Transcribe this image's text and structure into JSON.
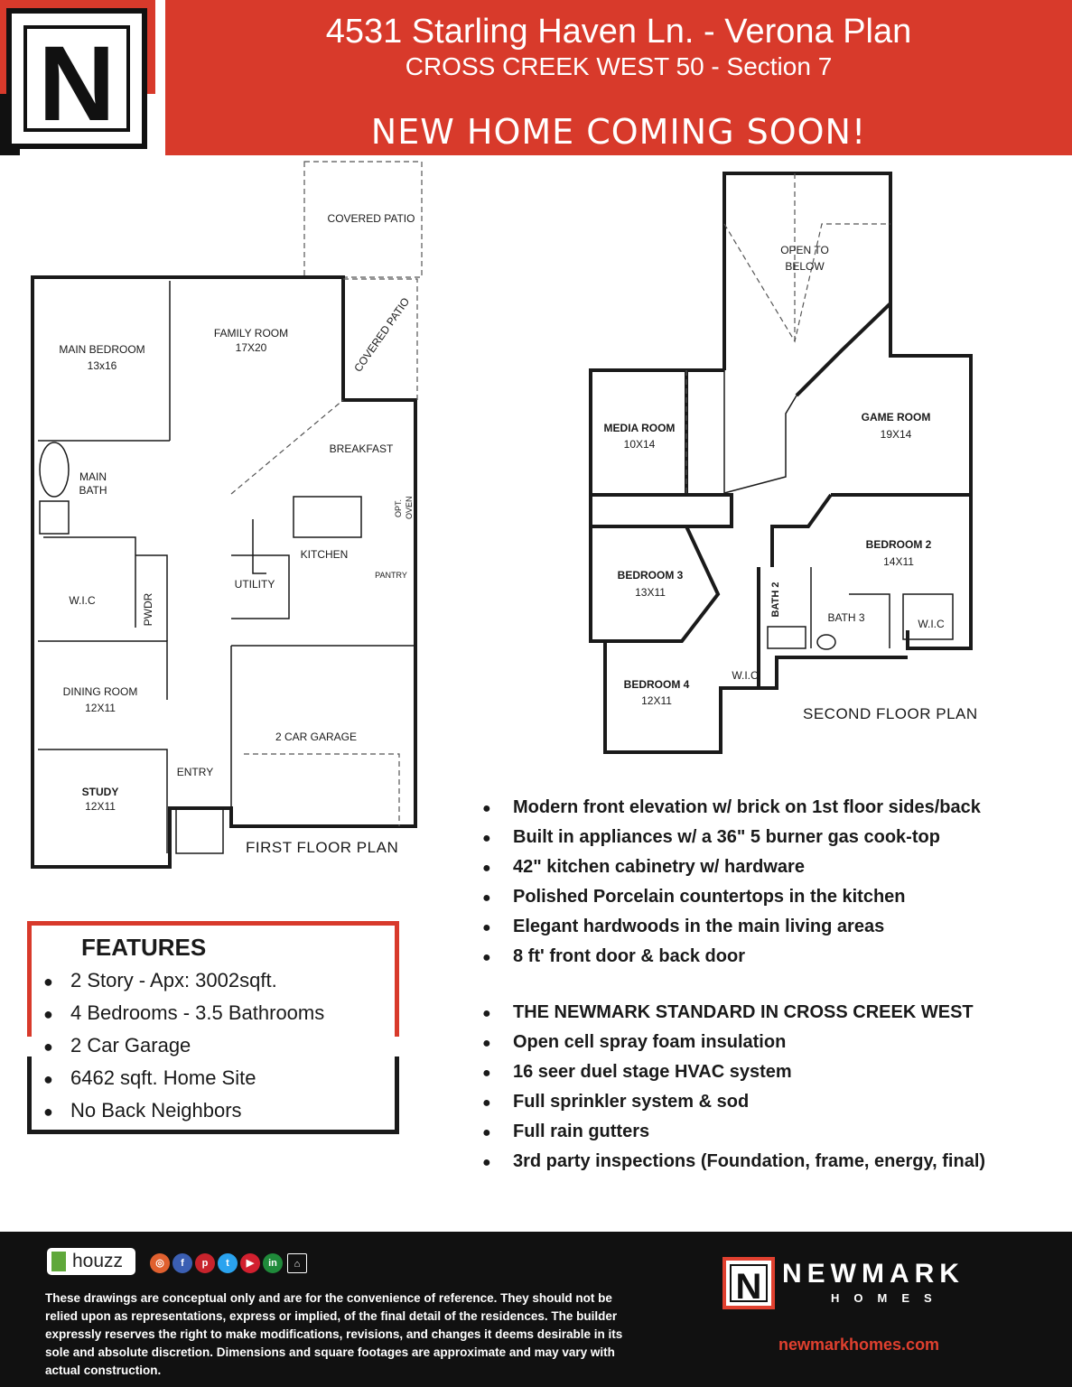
{
  "header": {
    "title": "4531 Starling Haven Ln. - Verona Plan",
    "subtitle": "CROSS CREEK WEST 50 - Section 7",
    "banner": "NEW HOME COMING SOON!",
    "logo_letter": "N",
    "band_color": "#d83a2b"
  },
  "first_floor": {
    "caption": "FIRST FLOOR PLAN",
    "rooms": {
      "covered_patio_top": "COVERED PATIO",
      "covered_patio_side": "COVERED PATIO",
      "main_bedroom": "MAIN BEDROOM",
      "main_bedroom_size": "13x16",
      "family_room": "FAMILY ROOM",
      "family_room_size": "17X20",
      "breakfast": "BREAKFAST",
      "main_bath_1": "MAIN",
      "main_bath_2": "BATH",
      "opt_oven_1": "OPT.",
      "opt_oven_2": "OVEN",
      "kitchen": "KITCHEN",
      "pantry": "PANTRY",
      "utility": "UTILITY",
      "pwdr": "PWDR",
      "wic": "W.I.C",
      "dining_room": "DINING ROOM",
      "dining_room_size": "12X11",
      "garage": "2 CAR GARAGE",
      "entry": "ENTRY",
      "study": "STUDY",
      "study_size": "12X11"
    }
  },
  "second_floor": {
    "caption": "SECOND FLOOR PLAN",
    "rooms": {
      "open_to_1": "OPEN TO",
      "open_to_2": "BELOW",
      "media_room": "MEDIA ROOM",
      "media_room_size": "10X14",
      "game_room": "GAME ROOM",
      "game_room_size": "19X14",
      "bedroom2": "BEDROOM 2",
      "bedroom2_size": "14X11",
      "bedroom3": "BEDROOM 3",
      "bedroom3_size": "13X11",
      "bath2": "BATH 2",
      "bath3": "BATH 3",
      "wic_right": "W.I.C",
      "wic_bottom": "W.I.C",
      "bedroom4": "BEDROOM 4",
      "bedroom4_size": "12X11"
    }
  },
  "features_box": {
    "title": "FEATURES",
    "items": [
      "2 Story - Apx: 3002sqft.",
      "4 Bedrooms - 3.5 Bathrooms",
      "2 Car Garage",
      "6462 sqft. Home Site",
      "No Back Neighbors"
    ]
  },
  "amenities": [
    "Modern front elevation w/ brick on 1st floor sides/back",
    "Built in appliances w/ a 36\" 5 burner gas cook-top",
    "42\" kitchen cabinetry w/ hardware",
    "Polished Porcelain countertops in the kitchen",
    "Elegant hardwoods in the main living areas",
    "8 ft' front door & back door"
  ],
  "standard": [
    "THE NEWMARK STANDARD IN CROSS CREEK WEST",
    "Open cell spray foam insulation",
    "16 seer duel stage HVAC system",
    "Full sprinkler system & sod",
    "Full rain gutters",
    "3rd party inspections (Foundation, frame, energy, final)"
  ],
  "footer": {
    "houzz": "houzz",
    "social_icons": [
      "instagram-icon",
      "facebook-icon",
      "pinterest-icon",
      "twitter-icon",
      "youtube-icon",
      "linkedin-icon",
      "equal-housing-icon"
    ],
    "disclaimer": "These drawings are conceptual only and are for the convenience of reference. They should not be relied upon as representations, express or implied, of the final detail of the residences. The builder expressly reserves the right to make modifications, revisions, and changes it deems desirable in its sole and absolute discretion. Dimensions and square footages are approximate and may vary with actual construction.",
    "brand_name": "NEWMARK",
    "brand_sub": "HOMES",
    "logo_letter": "N",
    "website": "newmarkhomes.com",
    "accent": "#e0402f"
  }
}
